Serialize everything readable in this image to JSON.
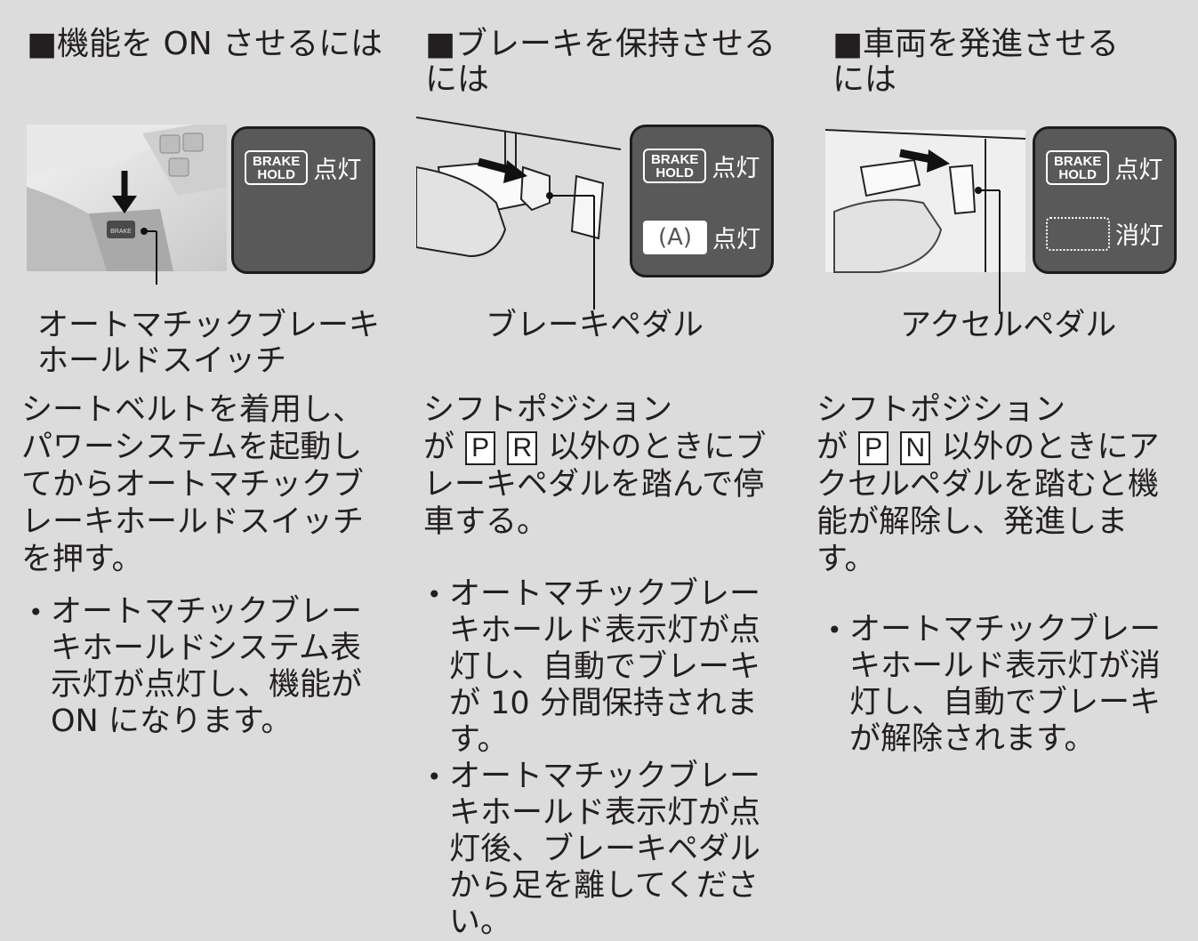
{
  "col1": {
    "heading": "■機能を ON させるには",
    "panel": {
      "lamp1_icon_text": [
        "BRAKE",
        "HOLD"
      ],
      "lamp1_state": "点灯"
    },
    "caption": [
      "オートマチックブレーキ",
      "ホールドスイッチ"
    ],
    "body": [
      "シートベルトを着用し、",
      "パワーシステムを起動し",
      "てからオートマチックブ",
      "レーキホールドスイッチ",
      "を押す。"
    ],
    "bullets": [
      [
        "オートマチックブレー",
        "キホールドシステム表",
        "示灯が点灯し、機能が",
        "ON になります。"
      ]
    ]
  },
  "col2": {
    "heading": [
      "■ブレーキを保持させる",
      "には"
    ],
    "panel": {
      "lamp1_icon_text": [
        "BRAKE",
        "HOLD"
      ],
      "lamp1_state": "点灯",
      "lamp2_icon_text": "(A)",
      "lamp2_state": "点灯"
    },
    "caption": "ブレーキペダル",
    "body": {
      "line1": "シフトポジション",
      "line2_pre": "が",
      "key1": "P",
      "key2": "R",
      "line2_post": "以外のときにブ",
      "line3": "レーキペダルを踏んで停",
      "line4": "車する。"
    },
    "bullets": [
      [
        "オートマチックブレー",
        "キホールド表示灯が点",
        "灯し、自動でブレーキ",
        "が 10 分間保持されま",
        "す。"
      ],
      [
        "オートマチックブレー",
        "キホールド表示灯が点",
        "灯後、ブレーキペダル",
        "から足を離してくださ",
        "い。"
      ]
    ]
  },
  "col3": {
    "heading": [
      "■車両を発進させる",
      "には"
    ],
    "panel": {
      "lamp1_icon_text": [
        "BRAKE",
        "HOLD"
      ],
      "lamp1_state": "点灯",
      "lamp2_state": "消灯"
    },
    "caption": "アクセルペダル",
    "body": {
      "line1": "シフトポジション",
      "line2_pre": "が",
      "key1": "P",
      "key2": "N",
      "line2_post": "以外のときにア",
      "line3": "クセルペダルを踏むと機",
      "line4": "能が解除し、発進しま",
      "line5": "す。"
    },
    "bullets": [
      [
        "オートマチックブレー",
        "キホールド表示灯が消",
        "灯し、自動でブレーキ",
        "が解除されます。"
      ]
    ]
  }
}
